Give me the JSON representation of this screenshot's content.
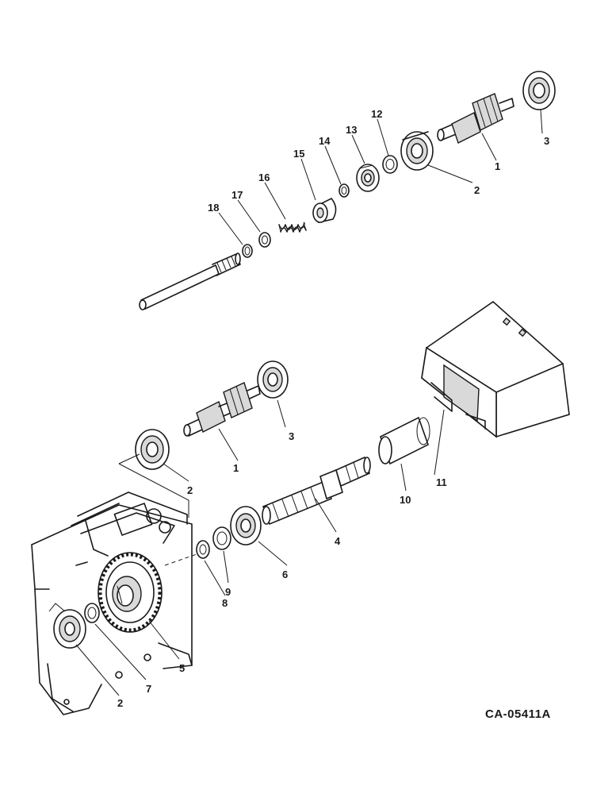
{
  "drawing_code": "CA-05411A",
  "callouts": {
    "upper_1": "1",
    "upper_2": "2",
    "upper_3": "3",
    "upper_12": "12",
    "upper_13": "13",
    "upper_14": "14",
    "upper_15": "15",
    "upper_16": "16",
    "upper_17": "17",
    "upper_18": "18",
    "lower_1": "1",
    "lower_2": "2",
    "lower_3": "3",
    "lower_4": "4",
    "lower_5": "5",
    "lower_6": "6",
    "lower_7": "7",
    "lower_8": "8",
    "lower_9": "9",
    "lower_10": "10",
    "lower_11": "11",
    "bottom_2": "2"
  }
}
